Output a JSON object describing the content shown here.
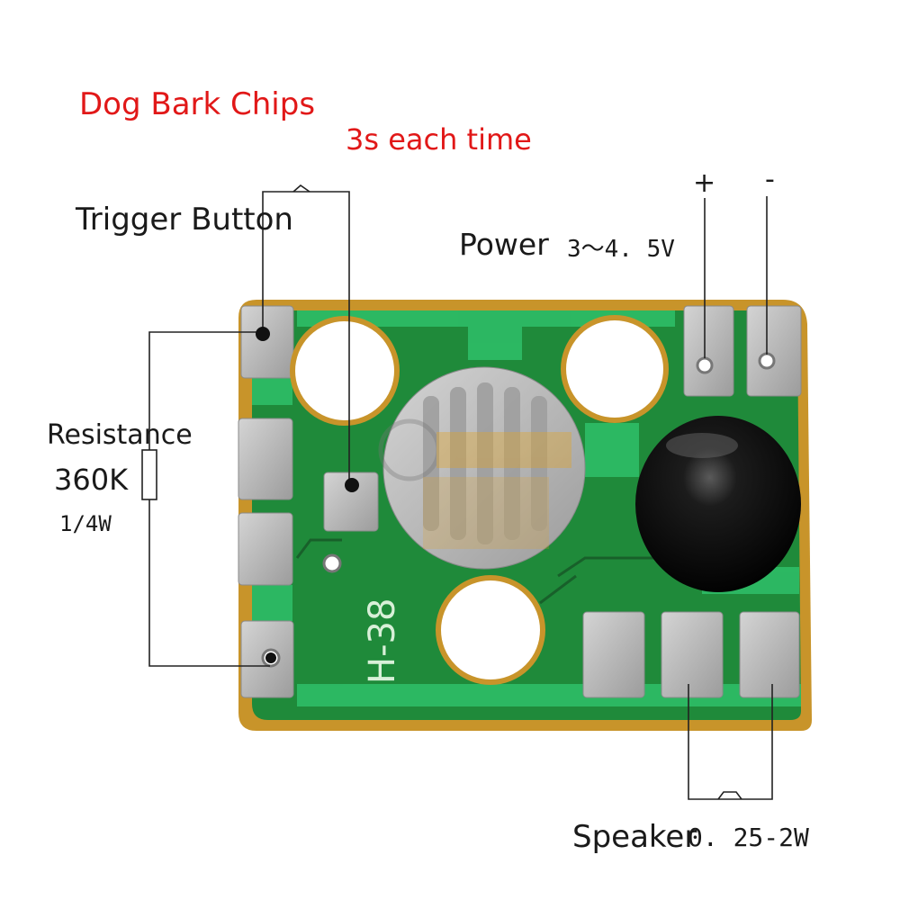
{
  "title": "Dog Bark Chips",
  "subtitle": "3s each time",
  "trigger": {
    "label": "Trigger Button"
  },
  "power": {
    "label": "Power",
    "range": "3～4. 5V",
    "plus": "+",
    "minus": "-"
  },
  "resistor": {
    "label": "Resistance",
    "value": "360K",
    "wattage": "1/4W"
  },
  "speaker": {
    "label": "Speaker",
    "range": "0. 25-2W"
  },
  "board": {
    "marking": "H-38"
  },
  "colors": {
    "label_red": "#e11818",
    "pcb_green": "#1f8a3a",
    "pcb_edge": "#c8942a",
    "pad_silver": "#b9b9b9",
    "blob_black": "#0c0c0c"
  }
}
